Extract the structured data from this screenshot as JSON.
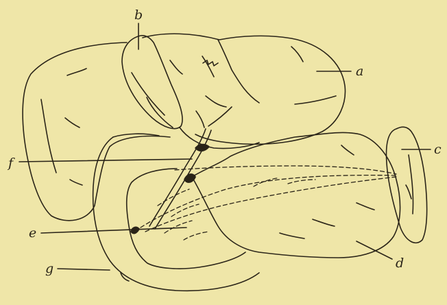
{
  "figure": {
    "background_color": "#efe6a8",
    "ink_color": "#2a2418",
    "labels": {
      "a": "a",
      "b": "b",
      "c": "c",
      "d": "d",
      "e": "e",
      "f": "f",
      "g": "g"
    }
  }
}
